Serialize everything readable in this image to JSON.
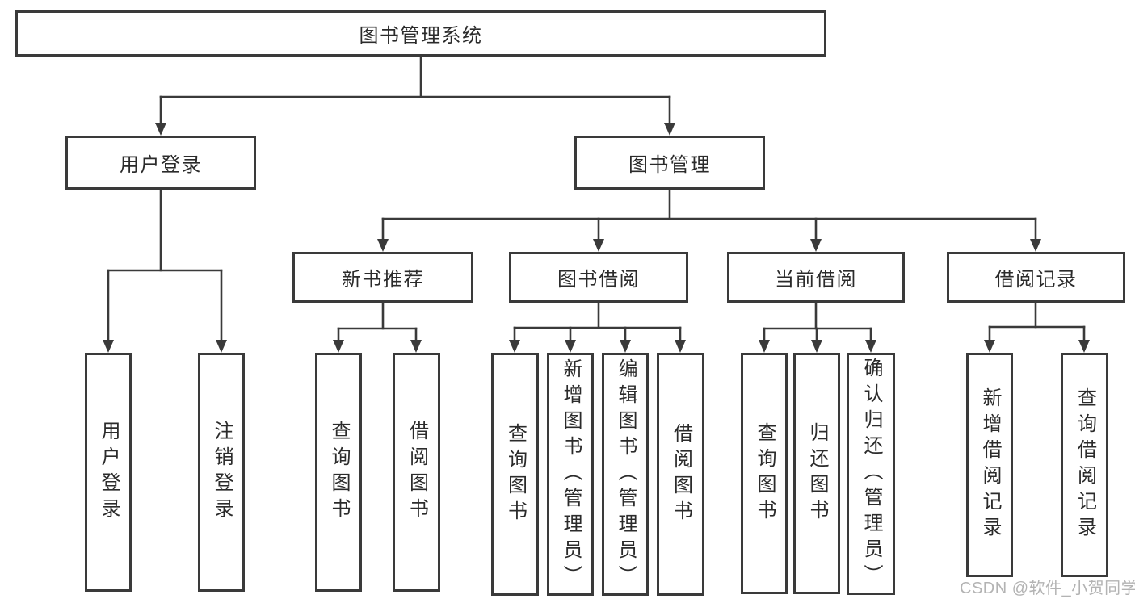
{
  "diagram": {
    "root": {
      "label": "图书管理系统"
    },
    "level2": {
      "user_login": {
        "label": "用户登录"
      },
      "book_management": {
        "label": "图书管理"
      }
    },
    "level3": {
      "new_book_recommend": {
        "label": "新书推荐"
      },
      "book_borrow": {
        "label": "图书借阅"
      },
      "current_borrow": {
        "label": "当前借阅"
      },
      "borrow_records": {
        "label": "借阅记录"
      }
    },
    "level4": {
      "user_login_children": [
        {
          "label": "用户登录"
        },
        {
          "label": "注销登录"
        }
      ],
      "new_book_children": [
        {
          "label": "查询图书"
        },
        {
          "label": "借阅图书"
        }
      ],
      "book_borrow_children": [
        {
          "label": "查询图书"
        },
        {
          "label": "新增图书（管理员）"
        },
        {
          "label": "编辑图书（管理员）"
        },
        {
          "label": "借阅图书"
        }
      ],
      "current_borrow_children": [
        {
          "label": "查询图书"
        },
        {
          "label": "归还图书"
        },
        {
          "label": "确认归还（管理员）"
        }
      ],
      "borrow_records_children": [
        {
          "label": "新增借阅记录"
        },
        {
          "label": "查询借阅记录"
        }
      ]
    }
  },
  "watermark": {
    "text": "CSDN @软件_小贺同学"
  },
  "colors": {
    "line": "#3a3a3a",
    "box_border": "#3a3a3a",
    "text": "#2b2b2b",
    "watermark": "#acacac",
    "background": "#ffffff"
  }
}
